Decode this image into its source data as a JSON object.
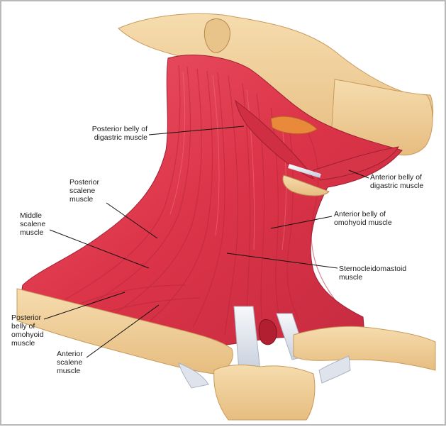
{
  "labels": {
    "posterior_digastric": "Posterior belly of\ndigastric muscle",
    "anterior_digastric": "Anterior belly of\ndigastric muscle",
    "posterior_scalene": "Posterior\nscalene\nmuscle",
    "middle_scalene": "Middle\nscalene\nmuscle",
    "anterior_omohyoid": "Anterior belly of\nomohyoid muscle",
    "sternocleidomastoid": "Sternocleidomastoid\nmuscle",
    "posterior_omohyoid": "Posterior\nbelly of\nomohyoid\nmuscle",
    "anterior_scalene": "Anterior\nscalene\nmuscle"
  },
  "colors": {
    "muscle": "#e03a4c",
    "muscle_dark": "#b8253a",
    "muscle_light": "#f27a87",
    "bone": "#f1cf9a",
    "bone_shadow": "#d8ac6c",
    "tendon": "#eaeef4",
    "leader_line": "#111111",
    "frame": "#b9b9b9"
  }
}
